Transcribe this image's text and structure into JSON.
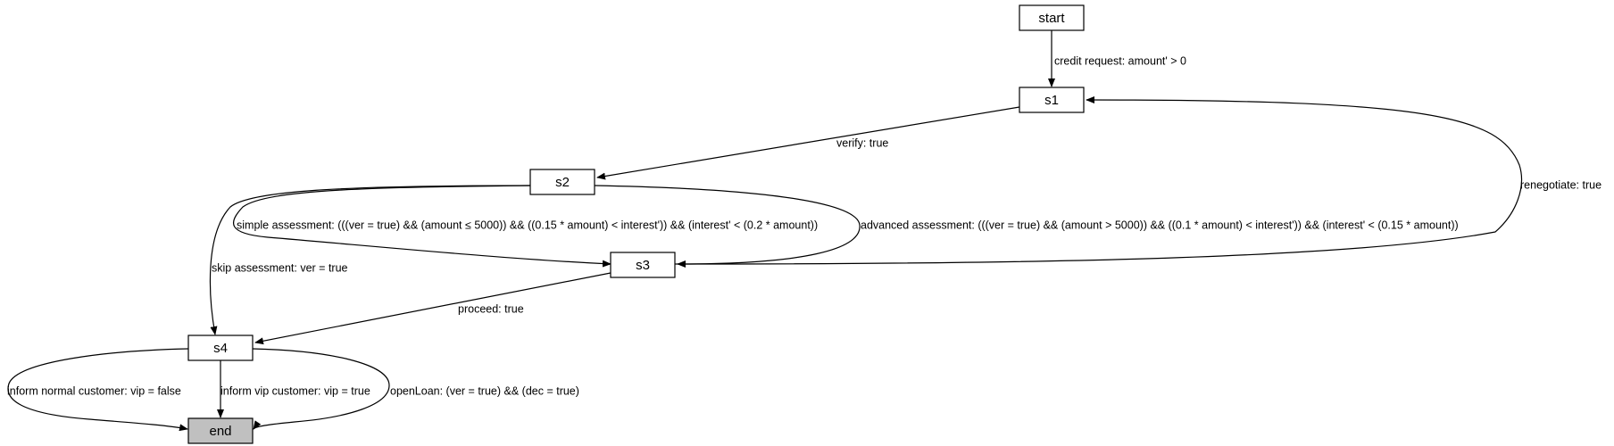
{
  "diagram": {
    "colors": {
      "node_fill": "#ffffff",
      "final_node_fill": "#c0c0c0",
      "stroke": "#000000",
      "background": "#ffffff"
    },
    "nodes": [
      {
        "id": "start",
        "label": "start",
        "final": false
      },
      {
        "id": "s1",
        "label": "s1",
        "final": false
      },
      {
        "id": "s2",
        "label": "s2",
        "final": false
      },
      {
        "id": "s3",
        "label": "s3",
        "final": false
      },
      {
        "id": "s4",
        "label": "s4",
        "final": false
      },
      {
        "id": "end",
        "label": "end",
        "final": true
      }
    ],
    "edges": [
      {
        "id": "credit-request",
        "from": "start",
        "to": "s1",
        "label": "credit request: amount' > 0"
      },
      {
        "id": "verify",
        "from": "s1",
        "to": "s2",
        "label": "verify: true"
      },
      {
        "id": "simple-assessment",
        "from": "s2",
        "to": "s3",
        "label": "simple assessment: (((ver = true) && (amount ≤ 5000)) && ((0.15 * amount) < interest')) && (interest' < (0.2 * amount))"
      },
      {
        "id": "advanced-assessment",
        "from": "s2",
        "to": "s3",
        "label": "advanced assessment: (((ver = true) && (amount > 5000)) && ((0.1 * amount) < interest')) && (interest' < (0.15 * amount))"
      },
      {
        "id": "skip-assessment",
        "from": "s2",
        "to": "s4",
        "label": "skip assessment: ver = true"
      },
      {
        "id": "renegotiate",
        "from": "s3",
        "to": "s1",
        "label": "renegotiate: true"
      },
      {
        "id": "proceed",
        "from": "s3",
        "to": "s4",
        "label": "proceed: true"
      },
      {
        "id": "inform-normal",
        "from": "s4",
        "to": "end",
        "label": "inform normal customer: vip = false"
      },
      {
        "id": "inform-vip",
        "from": "s4",
        "to": "end",
        "label": "inform vip customer: vip = true"
      },
      {
        "id": "open-loan",
        "from": "s4",
        "to": "end",
        "label": "openLoan: (ver = true) && (dec = true)"
      }
    ]
  }
}
